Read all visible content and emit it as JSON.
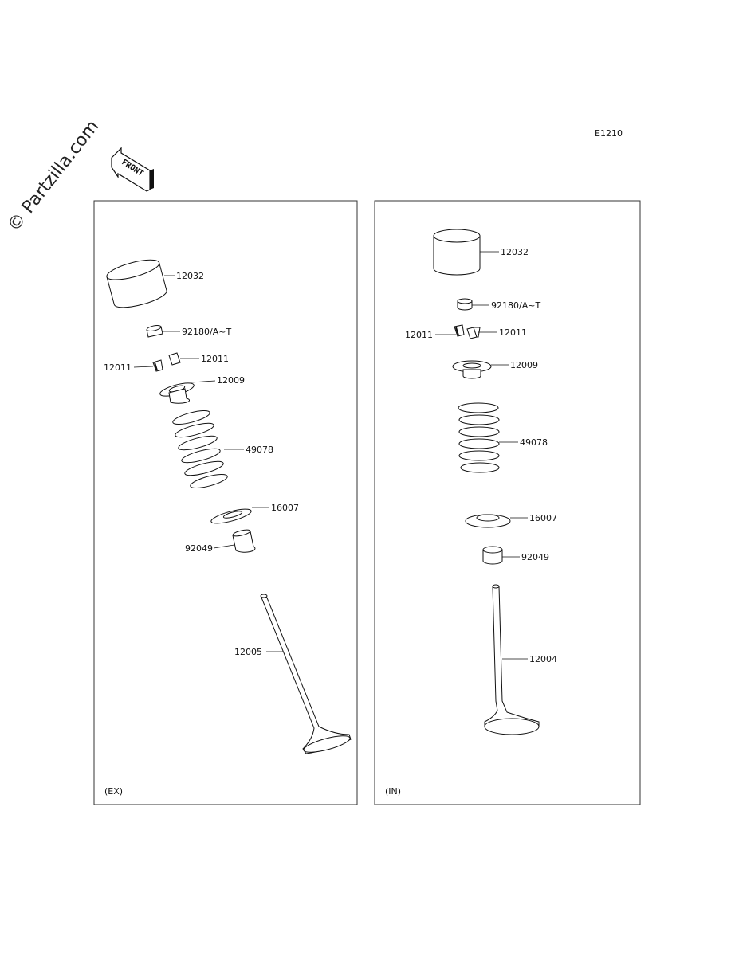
{
  "watermark": "© Partzilla.com",
  "front_arrow": "FRONT",
  "diagram_code": "E1210",
  "panels": {
    "exhaust": {
      "label": "(EX)",
      "parts": {
        "tappet": "12032",
        "shim": "92180/A~T",
        "cotter_right": "12011",
        "cotter_left": "12011",
        "retainer": "12009",
        "spring": "49078",
        "seat": "16007",
        "seal": "92049",
        "valve": "12005"
      }
    },
    "intake": {
      "label": "(IN)",
      "parts": {
        "tappet": "12032",
        "shim": "92180/A~T",
        "cotter_left": "12011",
        "cotter_right": "12011",
        "retainer": "12009",
        "spring": "49078",
        "seat": "16007",
        "seal": "92049",
        "valve": "12004"
      }
    }
  }
}
